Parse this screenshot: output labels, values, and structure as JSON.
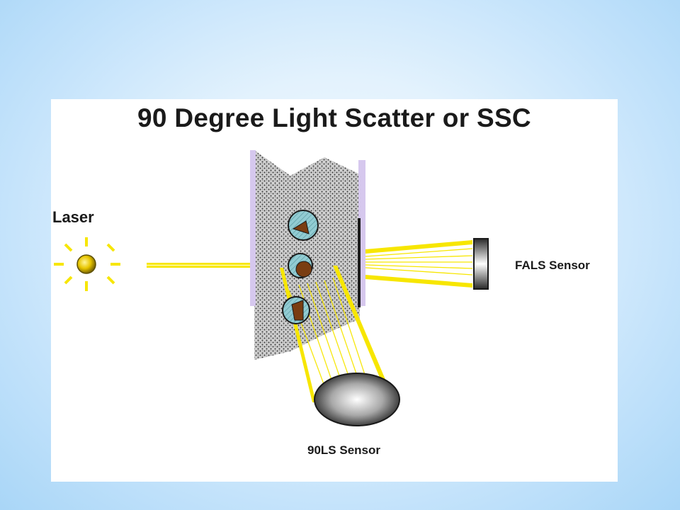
{
  "diagram": {
    "title": "90 Degree Light Scatter or SSC",
    "labels": {
      "laser": "Laser",
      "fals_sensor": "FALS Sensor",
      "side_sensor": "90LS Sensor"
    },
    "colors": {
      "laser_beam": "#f7e600",
      "flow_cell_edge": "#d6c8ee",
      "particle_fill": "#8ec9cf",
      "nucleus": "#7a3d12",
      "sensor_dark": "#2b2b2b",
      "sensor_light": "#ffffff",
      "background": "#cfe9fb"
    },
    "icons": [
      "laser-source-icon",
      "flow-cell-icon",
      "cell-particle-icon",
      "fals-sensor-icon",
      "side-scatter-sensor-icon"
    ]
  }
}
